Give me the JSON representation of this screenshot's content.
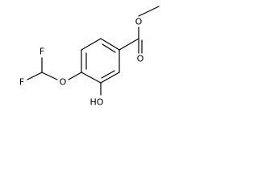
{
  "molecule": {
    "atoms": {
      "fluorine_top": "F",
      "fluorine_left": "F",
      "ether_oxygen": "O",
      "hydroxyl": "HO",
      "carbonyl_oxygen": "O",
      "ester_oxygen": "O"
    },
    "colors": {
      "bond": "#000000",
      "label": "#000000",
      "background": "#ffffff"
    }
  }
}
